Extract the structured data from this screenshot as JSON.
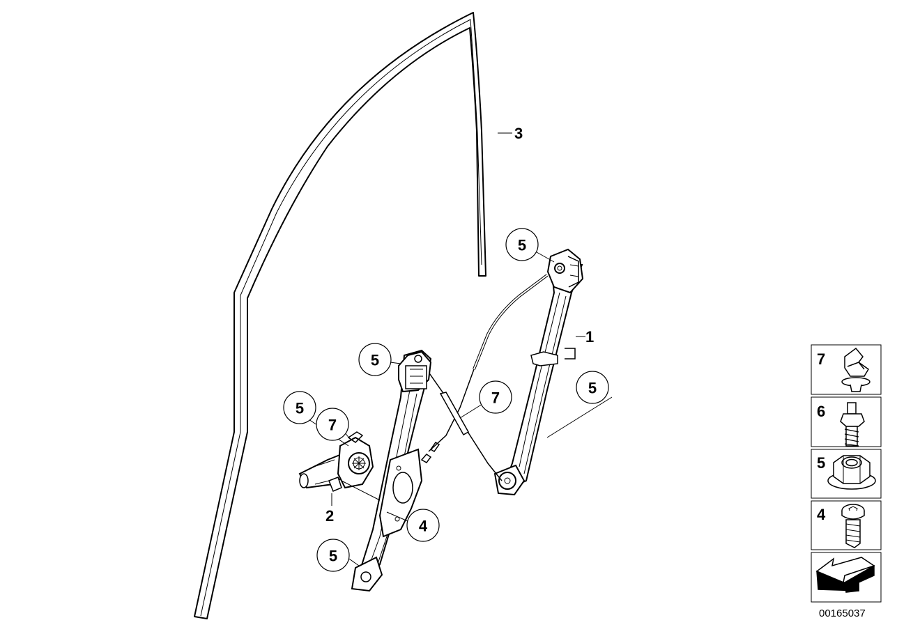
{
  "diagram": {
    "labels": {
      "window_guide_rail": "3",
      "window_regulator": "1",
      "window_motor": "2",
      "bracket_screw": "4"
    },
    "callouts": {
      "nut_top_right": "5",
      "nut_top_left": "5",
      "nut_right": "5",
      "clip_center": "7",
      "nut_motor": "5",
      "clip_motor": "7",
      "screw_lower": "4",
      "nut_bottom": "5"
    },
    "legend": [
      {
        "number": "7",
        "part": "clip"
      },
      {
        "number": "6",
        "part": "stud"
      },
      {
        "number": "5",
        "part": "hex-flange-nut"
      },
      {
        "number": "4",
        "part": "torx-screw"
      },
      {
        "number": "",
        "part": "direction-arrow"
      }
    ],
    "document_number": "00165037"
  }
}
